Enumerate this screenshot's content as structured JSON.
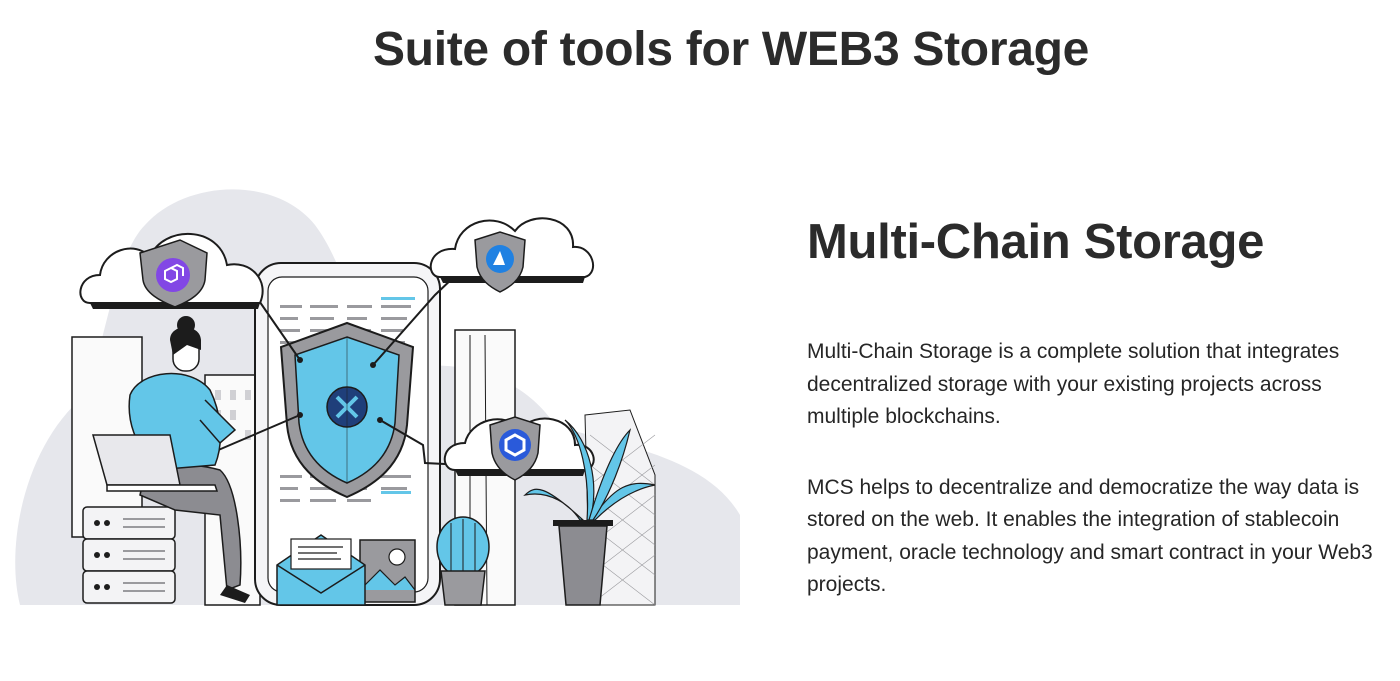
{
  "page": {
    "title": "Suite of tools for WEB3 Storage"
  },
  "feature": {
    "title": "Multi-Chain Storage",
    "paragraphs": [
      "Multi-Chain Storage is a complete solution that integrates decentralized storage with your existing projects across multiple blockchains.",
      "MCS helps to decentralize and democratize the way data is stored on the web. It enables the integration of stablecoin payment, oracle technology and smart contract in your Web3 projects."
    ]
  },
  "illustration": {
    "icons": [
      "polygon-icon",
      "opensea-icon",
      "chainlink-icon",
      "mcs-logo-icon",
      "shield-icon",
      "cloud-icon",
      "cactus-icon",
      "plant-icon",
      "laptop-icon",
      "server-rack-icon",
      "phone-icon",
      "envelope-icon"
    ],
    "colors": {
      "accent": "#63c6e8",
      "polygon": "#8247e5",
      "opensea": "#2081e2",
      "chainlink": "#2a5ada",
      "mcs_dark": "#1f3f7a",
      "outline": "#1c1c1c",
      "gray": "#9a9a9e",
      "blob": "#e6e7ec"
    }
  }
}
